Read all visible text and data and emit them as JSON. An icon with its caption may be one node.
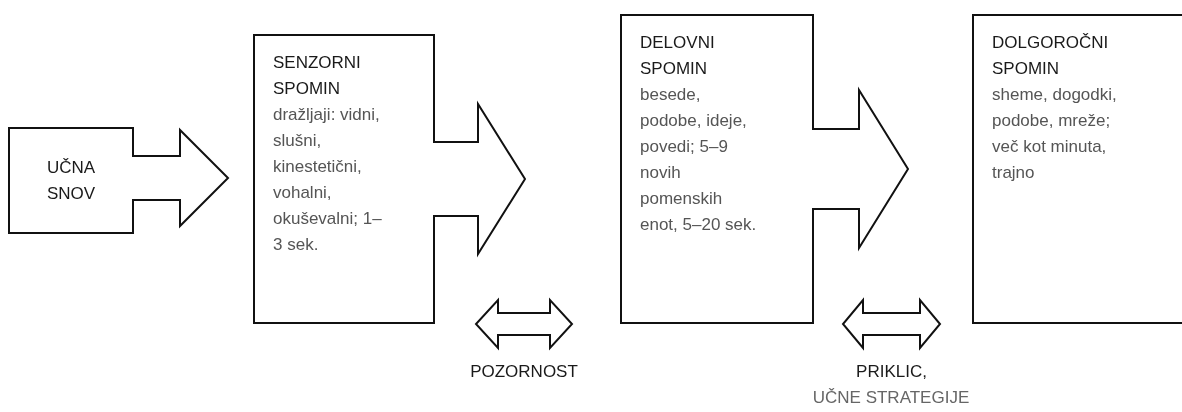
{
  "diagram": {
    "nodes": [
      {
        "text": [
          "UČNA SNOV"
        ]
      },
      {
        "text": [
          "SENZORNI SPOMIN",
          "dražljaji: vidni, slušni, kinestetični, vohalni, okuševalni; 1–3 sek."
        ]
      },
      {
        "text": [
          "DELOVNI SPOMIN",
          "besede, podobe, ideje, povedi; 5–9 novih pomenskih enot, 5–20 sek."
        ]
      },
      {
        "text": [
          "DOLGOROČNI SPOMIN",
          "sheme, dogodki, podobe, mreže; več kot minuta, trajno"
        ]
      }
    ],
    "edges": [
      {
        "from": 0,
        "to": 1,
        "arrow": "to"
      },
      {
        "from": 1,
        "to": 2,
        "arrow": "to"
      },
      {
        "from": 2,
        "to": 3,
        "arrow": "to"
      },
      {
        "from": 1,
        "to": 2,
        "arrow": "both",
        "label": "POZORNOST"
      },
      {
        "from": 2,
        "to": 3,
        "arrow": "both",
        "label": "PRIKLIC,"
      }
    ],
    "labels": [
      "UČNE STRATEGIJE"
    ]
  }
}
